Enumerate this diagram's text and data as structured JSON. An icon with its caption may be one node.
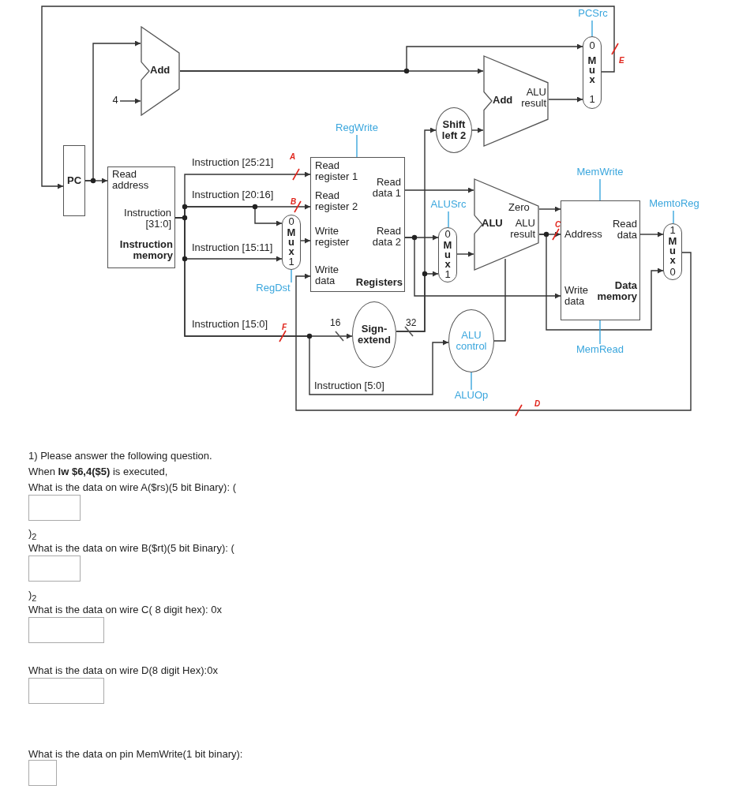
{
  "diagram": {
    "nodes": [
      {
        "text": [
          "PCSrc"
        ]
      },
      {
        "text": [
          "Add"
        ]
      },
      {
        "text": [
          "0",
          "Mux",
          "1"
        ]
      },
      {
        "text": [
          "Add",
          "ALU result"
        ]
      },
      {
        "text": [
          "4"
        ]
      },
      {
        "text": [
          "Shift left 2"
        ]
      },
      {
        "text": [
          "RegWrite"
        ]
      },
      {
        "text": [
          "PC"
        ]
      },
      {
        "text": [
          "Read address",
          "Instruction [31:0]",
          "Instruction memory"
        ]
      },
      {
        "text": [
          "Read register 1",
          "Read data 1",
          "Read register 2",
          "Write register",
          "Read data 2",
          "Write data",
          "Registers"
        ]
      },
      {
        "text": [
          "MemWrite"
        ]
      },
      {
        "text": [
          "Zero",
          "ALU",
          "ALU result"
        ]
      },
      {
        "text": [
          "ALUSrc"
        ]
      },
      {
        "text": [
          "MemtoReg"
        ]
      },
      {
        "text": [
          "0",
          "Mux",
          "1"
        ]
      },
      {
        "text": [
          "0",
          "Mux",
          "1"
        ]
      },
      {
        "text": [
          "Address",
          "Read data",
          "Write data",
          "Data memory"
        ]
      },
      {
        "text": [
          "1",
          "Mux",
          "0"
        ]
      },
      {
        "text": [
          "RegDst"
        ]
      },
      {
        "text": [
          "Sign-extend"
        ]
      },
      {
        "text": [
          "ALU control"
        ]
      },
      {
        "text": [
          "MemRead"
        ]
      },
      {
        "text": [
          "ALUOp"
        ]
      }
    ],
    "edges": [
      {
        "from": 7,
        "to": 8,
        "arrow": "to"
      },
      {
        "from": 7,
        "to": 1,
        "arrow": "to"
      },
      {
        "from": 4,
        "to": 1,
        "arrow": "to"
      },
      {
        "from": 1,
        "to": 2,
        "arrow": "to"
      },
      {
        "from": 1,
        "to": 3,
        "arrow": "to"
      },
      {
        "from": 5,
        "to": 3,
        "arrow": "to"
      },
      {
        "from": 3,
        "to": 2,
        "arrow": "to"
      },
      {
        "from": 2,
        "to": 7,
        "arrow": "to"
      },
      {
        "from": 0,
        "to": 2,
        "arrow": "none",
        "color": "#3aa6dd"
      },
      {
        "from": 8,
        "to": 9,
        "arrow": "to",
        "label": "Instruction [25:21]"
      },
      {
        "from": 8,
        "to": 9,
        "arrow": "to",
        "label": "Instruction [20:16]"
      },
      {
        "from": 8,
        "to": 14,
        "arrow": "to"
      },
      {
        "from": 8,
        "to": 14,
        "arrow": "to",
        "label": "Instruction [15:11]"
      },
      {
        "from": 14,
        "to": 9,
        "arrow": "to"
      },
      {
        "from": 18,
        "to": 14,
        "arrow": "none",
        "color": "#3aa6dd"
      },
      {
        "from": 6,
        "to": 9,
        "arrow": "none",
        "color": "#3aa6dd"
      },
      {
        "from": 8,
        "to": 19,
        "arrow": "to",
        "label": "Instruction [15:0]"
      },
      {
        "from": 8,
        "to": 20,
        "arrow": "to",
        "label": "Instruction [5:0]"
      },
      {
        "from": 19,
        "to": 5,
        "arrow": "to"
      },
      {
        "from": 19,
        "to": 15,
        "arrow": "to"
      },
      {
        "from": 9,
        "to": 11,
        "arrow": "to"
      },
      {
        "from": 9,
        "to": 15,
        "arrow": "to"
      },
      {
        "from": 9,
        "to": 16,
        "arrow": "to"
      },
      {
        "from": 15,
        "to": 11,
        "arrow": "to"
      },
      {
        "from": 12,
        "to": 15,
        "arrow": "none",
        "color": "#3aa6dd"
      },
      {
        "from": 20,
        "to": 11,
        "arrow": "none"
      },
      {
        "from": 22,
        "to": 20,
        "arrow": "none",
        "color": "#3aa6dd"
      },
      {
        "from": 11,
        "to": 16,
        "arrow": "to"
      },
      {
        "from": 11,
        "to": 16,
        "arrow": "to"
      },
      {
        "from": 11,
        "to": 17,
        "arrow": "to"
      },
      {
        "from": 16,
        "to": 17,
        "arrow": "to"
      },
      {
        "from": 10,
        "to": 16,
        "arrow": "none",
        "color": "#3aa6dd"
      },
      {
        "from": 21,
        "to": 16,
        "arrow": "none",
        "color": "#3aa6dd"
      },
      {
        "from": 13,
        "to": 17,
        "arrow": "none",
        "color": "#3aa6dd"
      },
      {
        "from": 17,
        "to": 9,
        "arrow": "to"
      }
    ],
    "labels": [
      "E",
      "A",
      "B",
      "C",
      "16",
      "32",
      "F",
      "D",
      "1) Please answer the following question.",
      "When **lw $6,4($5)** is executed,",
      "What is the data on wire A($rs)(5 bit Binary): (",
      ")$_{2}$",
      "What is the data on wire B($rt)(5 bit Binary): (",
      ")$_{2}$",
      "What is the data on wire C( 8 digit hex): 0x",
      "What is the data on wire D(8 digit Hex):0x",
      "What is the data on pin MemWrite(1 bit binary):"
    ]
  }
}
